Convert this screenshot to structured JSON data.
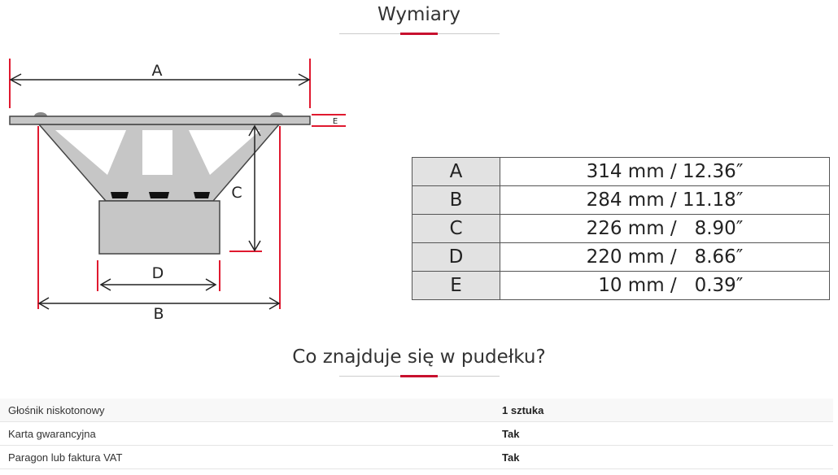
{
  "sections": {
    "dimensions_title": "Wymiary",
    "box_title": "Co znajduje się w pudełku?"
  },
  "diagram_labels": {
    "a": "A",
    "b": "B",
    "c": "C",
    "d": "D",
    "e": "E"
  },
  "dimensions": [
    {
      "key": "A",
      "value": "314 mm / 12.36″"
    },
    {
      "key": "B",
      "value": "284 mm / 11.18″"
    },
    {
      "key": "C",
      "value": "226 mm /   8.90″"
    },
    {
      "key": "D",
      "value": "220 mm /   8.66″"
    },
    {
      "key": "E",
      "value": "  10 mm /   0.39″"
    }
  ],
  "box_contents": [
    {
      "item": "Głośnik niskotonowy",
      "value": "1 sztuka"
    },
    {
      "item": "Karta gwarancyjna",
      "value": "Tak"
    },
    {
      "item": "Paragon lub faktura VAT",
      "value": "Tak"
    }
  ],
  "colors": {
    "accent": "#c8102e",
    "diagram_gray": "#c6c6c6"
  }
}
